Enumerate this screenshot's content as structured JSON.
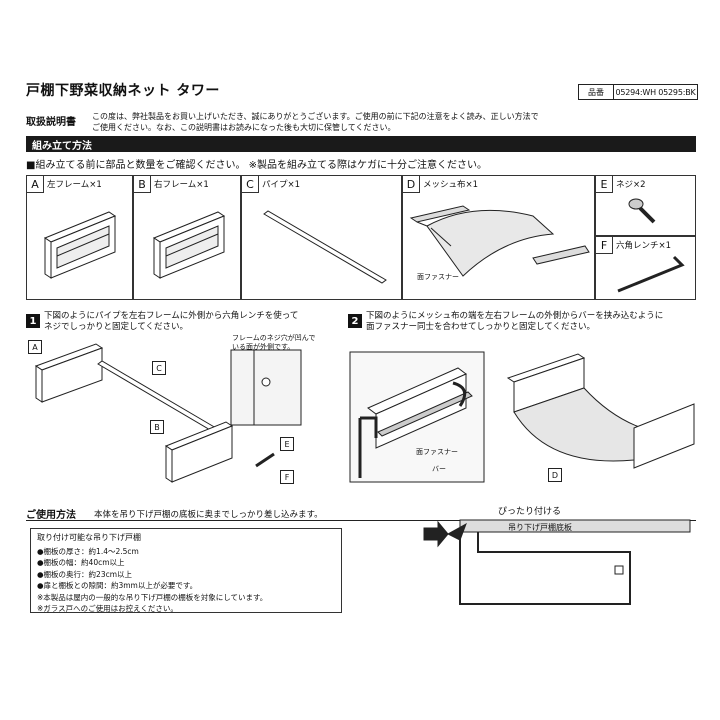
{
  "header": {
    "title": "戸棚下野菜収納ネット タワー",
    "part_key": "品番",
    "part_value": "05294:WH 05295:BK",
    "manual_label": "取扱説明書",
    "intro_line1": "この度は、弊社製品をお買い上げいただき、誠にありがとうございます。ご使用の前に下記の注意をよく読み、正しい方法で",
    "intro_line2": "ご使用ください。なお、この説明書はお読みになった後も大切に保管してください。"
  },
  "assembly": {
    "heading": "組み立て方法",
    "notice": "■組み立てる前に部品と数量をご確認ください。 ※製品を組み立てる際はケガに十分ご注意ください。",
    "parts": [
      {
        "tag": "A",
        "name": "左フレーム×1"
      },
      {
        "tag": "B",
        "name": "右フレーム×1"
      },
      {
        "tag": "C",
        "name": "パイプ×1"
      },
      {
        "tag": "D",
        "name": "メッシュ布×1"
      },
      {
        "tag": "E",
        "name": "ネジ×2"
      },
      {
        "tag": "F",
        "name": "六角レンチ×1"
      }
    ],
    "fastener_label": "面ファスナー",
    "step1": {
      "num": "1",
      "line1": "下図のようにパイプを左右フレームに外側から六角レンチを使って",
      "line2": "ネジでしっかりと固定してください。",
      "callout1": "フレームのネジ穴が凹んで",
      "callout2": "いる面が外側です。"
    },
    "step2": {
      "num": "2",
      "line1": "下図のようにメッシュ布の端を左右フレームの外側からバーを挟み込むように",
      "line2": "面ファスナー同士を合わせてしっかりと固定してください。",
      "fastener": "面ファスナー",
      "bar": "バー"
    }
  },
  "usage": {
    "heading": "ご使用方法",
    "text": "本体を吊り下げ戸棚の底板に奥までしっかり差し込みます。",
    "spec_title": "取り付け可能な吊り下げ戸棚",
    "specs": [
      "●棚板の厚さ：約1.4～2.5cm",
      "●棚板の幅：約40cm以上",
      "●棚板の奥行：約23cm以上",
      "●扉と棚板との隙間：約3mm以上が必要です。",
      "※本製品は屋内の一般的な吊り下げ戸棚の棚板を対象にしています。",
      "※ガラス戸へのご使用はお控えください。"
    ],
    "fit_label": "ぴったり付ける",
    "shelf_label": "吊り下げ戸棚底板"
  }
}
